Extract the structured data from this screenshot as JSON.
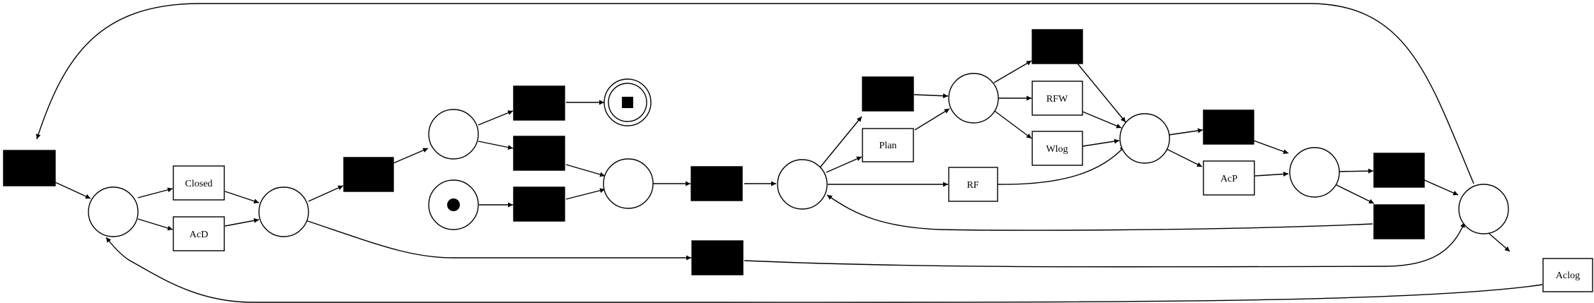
{
  "diagram": {
    "type": "petri-net",
    "colors": {
      "stroke": "#000000",
      "silent_transition": "#000000",
      "background": "#ffffff"
    },
    "labels": {
      "closed": "Closed",
      "acd": "AcD",
      "plan": "Plan",
      "rf": "RF",
      "rfw": "RFW",
      "wlog": "Wlog",
      "acp": "AcP",
      "aclog": "Aclog"
    },
    "places": [
      "p0",
      "p1",
      "p2",
      "p3",
      "p4",
      "p5",
      "p6",
      "p7",
      "p8",
      "p9",
      "p10",
      "p11"
    ],
    "start_place": "p4",
    "end_place": "p3",
    "transitions": [
      {
        "id": "t0",
        "label": null
      },
      {
        "id": "t1",
        "label": "closed"
      },
      {
        "id": "t2",
        "label": "acd"
      },
      {
        "id": "t3",
        "label": null
      },
      {
        "id": "t4",
        "label": null
      },
      {
        "id": "t5",
        "label": null
      },
      {
        "id": "t6",
        "label": null
      },
      {
        "id": "t7",
        "label": null
      },
      {
        "id": "t8",
        "label": null
      },
      {
        "id": "t9",
        "label": "plan"
      },
      {
        "id": "t10",
        "label": "rf"
      },
      {
        "id": "t11",
        "label": null
      },
      {
        "id": "t12",
        "label": "rfw"
      },
      {
        "id": "t13",
        "label": "wlog"
      },
      {
        "id": "t14",
        "label": null
      },
      {
        "id": "t15",
        "label": "acp"
      },
      {
        "id": "t16",
        "label": null
      },
      {
        "id": "t17",
        "label": null
      },
      {
        "id": "t18",
        "label": "aclog"
      },
      {
        "id": "t19",
        "label": null
      }
    ],
    "arcs": [
      [
        "t0",
        "p0"
      ],
      [
        "p0",
        "t1"
      ],
      [
        "p0",
        "t2"
      ],
      [
        "t1",
        "p1"
      ],
      [
        "t2",
        "p1"
      ],
      [
        "p1",
        "t3"
      ],
      [
        "p1",
        "t19"
      ],
      [
        "t3",
        "p2"
      ],
      [
        "p2",
        "t4"
      ],
      [
        "p2",
        "t5"
      ],
      [
        "t4",
        "p3"
      ],
      [
        "t5",
        "p5"
      ],
      [
        "p4",
        "t6"
      ],
      [
        "t6",
        "p5"
      ],
      [
        "p5",
        "t7"
      ],
      [
        "t7",
        "p6"
      ],
      [
        "p6",
        "t8"
      ],
      [
        "p6",
        "t9"
      ],
      [
        "p6",
        "t10"
      ],
      [
        "t8",
        "p7"
      ],
      [
        "t9",
        "p7"
      ],
      [
        "p7",
        "t11"
      ],
      [
        "p7",
        "t12"
      ],
      [
        "p7",
        "t13"
      ],
      [
        "t11",
        "p8"
      ],
      [
        "t12",
        "p8"
      ],
      [
        "t13",
        "p8"
      ],
      [
        "t10",
        "p8"
      ],
      [
        "p8",
        "t14"
      ],
      [
        "p8",
        "t15"
      ],
      [
        "t14",
        "p9"
      ],
      [
        "t15",
        "p9"
      ],
      [
        "p9",
        "t16"
      ],
      [
        "p9",
        "t17"
      ],
      [
        "t17",
        "p6"
      ],
      [
        "t16",
        "p10"
      ],
      [
        "t19",
        "p10"
      ],
      [
        "p10",
        "t18"
      ],
      [
        "p10",
        "t0"
      ],
      [
        "t18",
        "p0"
      ]
    ]
  }
}
